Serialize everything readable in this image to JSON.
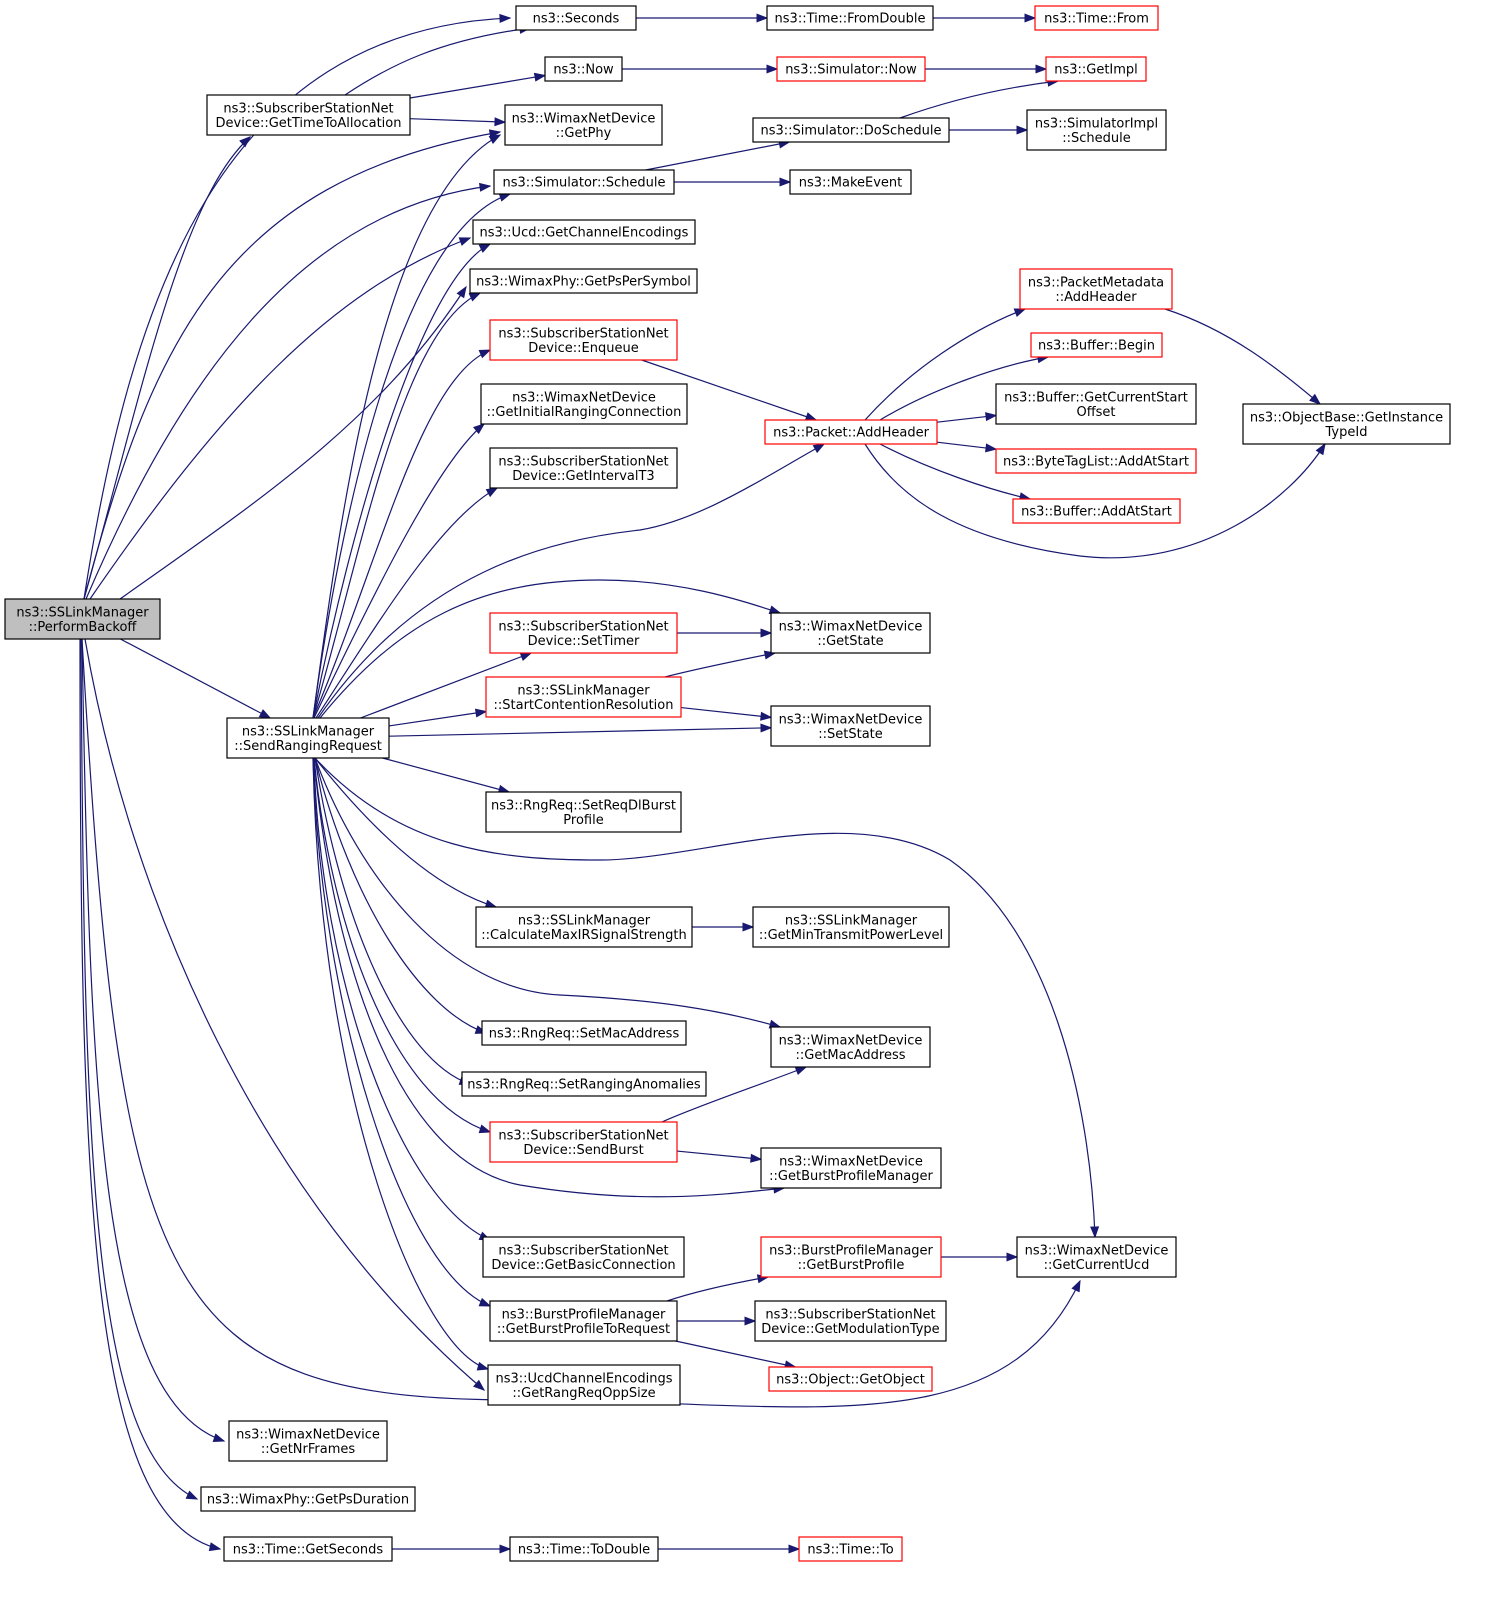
{
  "diagram": {
    "colors": {
      "edge": "#191970",
      "node_border": "#000000",
      "node_border_truncated": "#ff0000",
      "root_fill": "#bfbfbf",
      "node_fill": "#ffffff"
    },
    "nodes": {
      "root": {
        "lines": [
          "ns3::SSLinkManager",
          "::PerformBackoff"
        ],
        "style": "root"
      },
      "seconds": {
        "lines": [
          "ns3::Seconds"
        ]
      },
      "fromdouble": {
        "lines": [
          "ns3::Time::FromDouble"
        ]
      },
      "timefrom": {
        "lines": [
          "ns3::Time::From"
        ],
        "style": "red"
      },
      "gettimetoalloc": {
        "lines": [
          "ns3::SubscriberStationNet",
          "Device::GetTimeToAllocation"
        ]
      },
      "now": {
        "lines": [
          "ns3::Now"
        ]
      },
      "simnow": {
        "lines": [
          "ns3::Simulator::Now"
        ],
        "style": "red"
      },
      "getimpl": {
        "lines": [
          "ns3::GetImpl"
        ],
        "style": "red"
      },
      "getphy": {
        "lines": [
          "ns3::WimaxNetDevice",
          "::GetPhy"
        ]
      },
      "doschedule": {
        "lines": [
          "ns3::Simulator::DoSchedule"
        ]
      },
      "implschedule": {
        "lines": [
          "ns3::SimulatorImpl",
          "::Schedule"
        ]
      },
      "simschedule": {
        "lines": [
          "ns3::Simulator::Schedule"
        ]
      },
      "makeevent": {
        "lines": [
          "ns3::MakeEvent"
        ]
      },
      "getchanenc": {
        "lines": [
          "ns3::Ucd::GetChannelEncodings"
        ]
      },
      "getpspersym": {
        "lines": [
          "ns3::WimaxPhy::GetPsPerSymbol"
        ]
      },
      "pmaddheader": {
        "lines": [
          "ns3::PacketMetadata",
          "::AddHeader"
        ],
        "style": "red"
      },
      "enqueue": {
        "lines": [
          "ns3::SubscriberStationNet",
          "Device::Enqueue"
        ],
        "style": "red"
      },
      "bufbegin": {
        "lines": [
          "ns3::Buffer::Begin"
        ],
        "style": "red"
      },
      "getinitrng": {
        "lines": [
          "ns3::WimaxNetDevice",
          "::GetInitialRangingConnection"
        ]
      },
      "bufgetcurstart": {
        "lines": [
          "ns3::Buffer::GetCurrentStart",
          "Offset"
        ]
      },
      "getinstancetid": {
        "lines": [
          "ns3::ObjectBase::GetInstance",
          "TypeId"
        ]
      },
      "pktaddheader": {
        "lines": [
          "ns3::Packet::AddHeader"
        ],
        "style": "red"
      },
      "getintervalt3": {
        "lines": [
          "ns3::SubscriberStationNet",
          "Device::GetIntervalT3"
        ]
      },
      "btladdatstart": {
        "lines": [
          "ns3::ByteTagList::AddAtStart"
        ],
        "style": "red"
      },
      "bufaddatstart": {
        "lines": [
          "ns3::Buffer::AddAtStart"
        ],
        "style": "red"
      },
      "settimer": {
        "lines": [
          "ns3::SubscriberStationNet",
          "Device::SetTimer"
        ],
        "style": "red"
      },
      "getstate": {
        "lines": [
          "ns3::WimaxNetDevice",
          "::GetState"
        ]
      },
      "startcontres": {
        "lines": [
          "ns3::SSLinkManager",
          "::StartContentionResolution"
        ],
        "style": "red"
      },
      "setstate": {
        "lines": [
          "ns3::WimaxNetDevice",
          "::SetState"
        ]
      },
      "sendrngreq": {
        "lines": [
          "ns3::SSLinkManager",
          "::SendRangingRequest"
        ]
      },
      "setreqdlburst": {
        "lines": [
          "ns3::RngReq::SetReqDlBurst",
          "Profile"
        ]
      },
      "calcmaxir": {
        "lines": [
          "ns3::SSLinkManager",
          "::CalculateMaxIRSignalStrength"
        ]
      },
      "getmintxpower": {
        "lines": [
          "ns3::SSLinkManager",
          "::GetMinTransmitPowerLevel"
        ]
      },
      "setmacaddr": {
        "lines": [
          "ns3::RngReq::SetMacAddress"
        ]
      },
      "getmacaddr": {
        "lines": [
          "ns3::WimaxNetDevice",
          "::GetMacAddress"
        ]
      },
      "setranganom": {
        "lines": [
          "ns3::RngReq::SetRangingAnomalies"
        ]
      },
      "sendburst": {
        "lines": [
          "ns3::SubscriberStationNet",
          "Device::SendBurst"
        ],
        "style": "red"
      },
      "getburstprofmgr": {
        "lines": [
          "ns3::WimaxNetDevice",
          "::GetBurstProfileManager"
        ]
      },
      "getbasicconn": {
        "lines": [
          "ns3::SubscriberStationNet",
          "Device::GetBasicConnection"
        ]
      },
      "bpmgetburstprof": {
        "lines": [
          "ns3::BurstProfileManager",
          "::GetBurstProfile"
        ],
        "style": "red"
      },
      "getcurrentucd": {
        "lines": [
          "ns3::WimaxNetDevice",
          "::GetCurrentUcd"
        ]
      },
      "bpmgetbptoreq": {
        "lines": [
          "ns3::BurstProfileManager",
          "::GetBurstProfileToRequest"
        ]
      },
      "getmodtype": {
        "lines": [
          "ns3::SubscriberStationNet",
          "Device::GetModulationType"
        ]
      },
      "getobject": {
        "lines": [
          "ns3::Object::GetObject"
        ],
        "style": "red"
      },
      "getrangreqopp": {
        "lines": [
          "ns3::UcdChannelEncodings",
          "::GetRangReqOppSize"
        ]
      },
      "getnrframes": {
        "lines": [
          "ns3::WimaxNetDevice",
          "::GetNrFrames"
        ]
      },
      "getpsduration": {
        "lines": [
          "ns3::WimaxPhy::GetPsDuration"
        ]
      },
      "getsecondsfn": {
        "lines": [
          "ns3::Time::GetSeconds"
        ]
      },
      "todouble": {
        "lines": [
          "ns3::Time::ToDouble"
        ]
      },
      "timeto": {
        "lines": [
          "ns3::Time::To"
        ],
        "style": "red"
      }
    },
    "edges": [
      [
        "root",
        "seconds"
      ],
      [
        "root",
        "gettimetoalloc"
      ],
      [
        "root",
        "getphy"
      ],
      [
        "root",
        "simschedule"
      ],
      [
        "root",
        "getchanenc"
      ],
      [
        "root",
        "getpspersym"
      ],
      [
        "root",
        "sendrngreq"
      ],
      [
        "root",
        "getrangreqopp"
      ],
      [
        "root",
        "getcurrentucd"
      ],
      [
        "root",
        "getnrframes"
      ],
      [
        "root",
        "getpsduration"
      ],
      [
        "root",
        "getsecondsfn"
      ],
      [
        "seconds",
        "fromdouble"
      ],
      [
        "fromdouble",
        "timefrom"
      ],
      [
        "gettimetoalloc",
        "seconds"
      ],
      [
        "gettimetoalloc",
        "now"
      ],
      [
        "gettimetoalloc",
        "getphy"
      ],
      [
        "now",
        "simnow"
      ],
      [
        "simnow",
        "getimpl"
      ],
      [
        "simschedule",
        "doschedule"
      ],
      [
        "simschedule",
        "makeevent"
      ],
      [
        "doschedule",
        "getimpl"
      ],
      [
        "doschedule",
        "implschedule"
      ],
      [
        "sendrngreq",
        "getphy"
      ],
      [
        "sendrngreq",
        "simschedule"
      ],
      [
        "sendrngreq",
        "getchanenc"
      ],
      [
        "sendrngreq",
        "getpspersym"
      ],
      [
        "sendrngreq",
        "enqueue"
      ],
      [
        "sendrngreq",
        "getinitrng"
      ],
      [
        "sendrngreq",
        "getintervalt3"
      ],
      [
        "sendrngreq",
        "pktaddheader"
      ],
      [
        "sendrngreq",
        "getstate"
      ],
      [
        "sendrngreq",
        "settimer"
      ],
      [
        "sendrngreq",
        "startcontres"
      ],
      [
        "sendrngreq",
        "setstate"
      ],
      [
        "sendrngreq",
        "setreqdlburst"
      ],
      [
        "sendrngreq",
        "getcurrentucd"
      ],
      [
        "sendrngreq",
        "calcmaxir"
      ],
      [
        "sendrngreq",
        "getmacaddr"
      ],
      [
        "sendrngreq",
        "setmacaddr"
      ],
      [
        "sendrngreq",
        "setranganom"
      ],
      [
        "sendrngreq",
        "sendburst"
      ],
      [
        "sendrngreq",
        "getburstprofmgr"
      ],
      [
        "sendrngreq",
        "getbasicconn"
      ],
      [
        "sendrngreq",
        "bpmgetbptoreq"
      ],
      [
        "sendrngreq",
        "getrangreqopp"
      ],
      [
        "enqueue",
        "pktaddheader"
      ],
      [
        "pktaddheader",
        "pmaddheader"
      ],
      [
        "pktaddheader",
        "bufbegin"
      ],
      [
        "pktaddheader",
        "bufgetcurstart"
      ],
      [
        "pktaddheader",
        "btladdatstart"
      ],
      [
        "pktaddheader",
        "bufaddatstart"
      ],
      [
        "pktaddheader",
        "getinstancetid"
      ],
      [
        "pmaddheader",
        "getinstancetid"
      ],
      [
        "settimer",
        "getstate"
      ],
      [
        "startcontres",
        "getstate"
      ],
      [
        "startcontres",
        "setstate"
      ],
      [
        "calcmaxir",
        "getmintxpower"
      ],
      [
        "sendburst",
        "getmacaddr"
      ],
      [
        "sendburst",
        "getburstprofmgr"
      ],
      [
        "bpmgetburstprof",
        "getcurrentucd"
      ],
      [
        "bpmgetbptoreq",
        "bpmgetburstprof"
      ],
      [
        "bpmgetbptoreq",
        "getmodtype"
      ],
      [
        "bpmgetbptoreq",
        "getobject"
      ],
      [
        "getsecondsfn",
        "todouble"
      ],
      [
        "todouble",
        "timeto"
      ]
    ]
  }
}
